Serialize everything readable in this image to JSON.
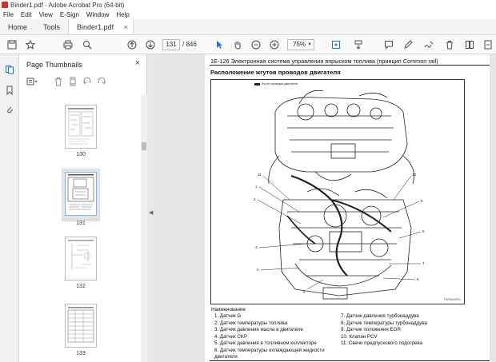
{
  "window": {
    "title": "Binder1.pdf - Adobe Acrobat Pro (64-bit)"
  },
  "menu": [
    "File",
    "Edit",
    "View",
    "E-Sign",
    "Window",
    "Help"
  ],
  "tabs": {
    "home": "Home",
    "tools": "Tools",
    "document": "Binder1.pdf",
    "close": "×"
  },
  "toolbar": {
    "current_page": "131",
    "page_total": "/  846",
    "zoom": "75%"
  },
  "panel": {
    "title": "Page Thumbnails",
    "close": "×",
    "thumbnails": [
      {
        "label": "130"
      },
      {
        "label": "131"
      },
      {
        "label": "132"
      },
      {
        "label": "133"
      }
    ]
  },
  "document": {
    "header": "1E-126 Электронная система управления впрыском топлива (принцип Common rail)",
    "subtitle": "Расположение жгутов проводов двигателя",
    "figure_legend": "Жгуты проводов двигателя",
    "figure_code": "TDR0620F01",
    "callouts": [
      "1",
      "2",
      "3",
      "4",
      "5",
      "6",
      "7",
      "8",
      "9",
      "10",
      "11"
    ],
    "caption": "Наименование",
    "items_left": [
      "1.  Датчик G",
      "2.  Датчик температуры топлива",
      "3.  Датчик давления масла в двигателе",
      "4.  Датчик CKP",
      "5.  Датчик давления в топливном коллекторе",
      "6.  Датчик  температуры  охлаждающей  жидкости",
      "     двигателя"
    ],
    "items_right": [
      "7.  Датчик давления турбонаддува",
      "8.  Датчик температуры турбонаддува",
      "9.  Датчик положения EGR",
      "10.  Клапан PCV",
      "11.  Свечи предпускового подогрева"
    ]
  },
  "colors": {
    "accent": "#1473e6",
    "acrobat_red": "#d4302c"
  }
}
